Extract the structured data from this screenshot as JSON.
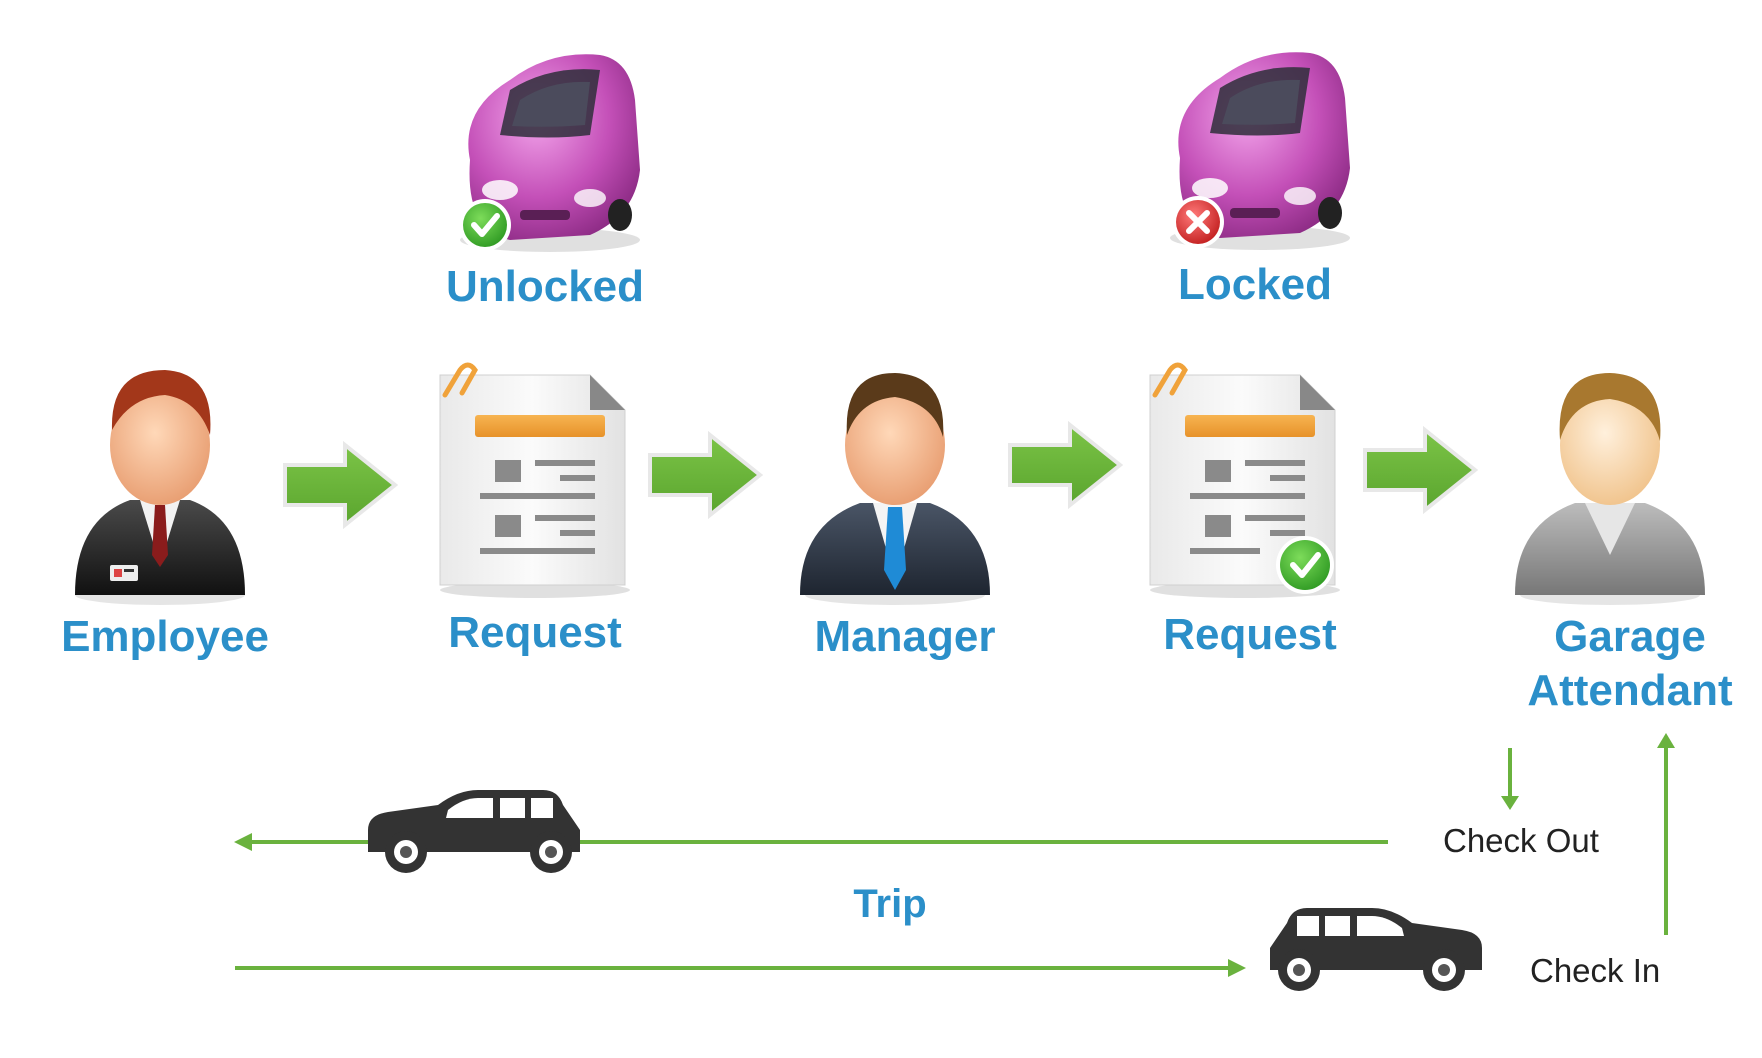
{
  "status": {
    "unlocked": "Unlocked",
    "locked": "Locked"
  },
  "nodes": {
    "employee": "Employee",
    "request_1": "Request",
    "manager": "Manager",
    "request_2": "Request",
    "garage_line1": "Garage",
    "garage_line2": "Attendant"
  },
  "flow": {
    "check_out": "Check Out",
    "check_in": "Check In",
    "trip": "Trip"
  },
  "colors": {
    "label_blue": "#2b8fc9",
    "arrow_green": "#6ab23e",
    "car_pink": "#c24fb8",
    "car_dark": "#333333"
  },
  "icons": [
    "person-icon",
    "document-icon",
    "car-icon",
    "check-icon",
    "cross-icon",
    "arrow-right-icon"
  ]
}
